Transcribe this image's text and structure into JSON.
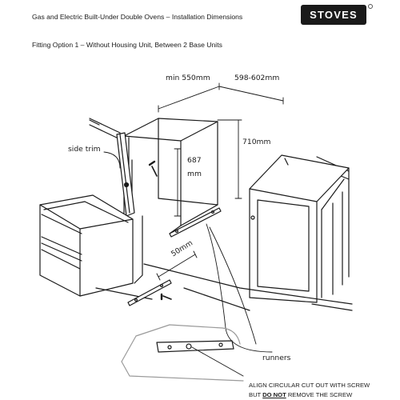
{
  "header": {
    "title": "Gas and Electric Built-Under Double Ovens – Installation Dimensions",
    "subtitle": "Fitting Option 1 – Without Housing Unit, Between 2 Base Units",
    "logo": "STOVES"
  },
  "dimensions": {
    "depth": "min 550mm",
    "width": "598-602mm",
    "height": "710mm",
    "inner_height_value": "687",
    "inner_height_unit": "mm",
    "recess": "50mm"
  },
  "labels": {
    "side_trim": "side trim",
    "runners": "runners"
  },
  "note": {
    "line1": "ALIGN CIRCULAR CUT OUT WITH SCREW",
    "line2_prefix": "BUT ",
    "line2_emphasis": "DO NOT",
    "line2_suffix": " REMOVE THE SCREW"
  }
}
